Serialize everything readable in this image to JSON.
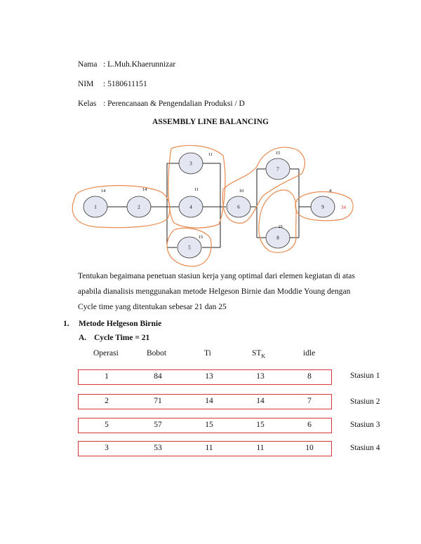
{
  "header": {
    "nama_label": "Nama",
    "nama_value": ": L.Muh.Khaerunnizar",
    "nim_label": "NIM",
    "nim_value": ": 5180611151",
    "kelas_label": "Kelas",
    "kelas_value": ": Perencanaan & Pengendalian Produksi / D"
  },
  "title": "ASSEMBLY LINE BALANCING",
  "diagram": {
    "nodes": [
      {
        "id": "1",
        "time": "14"
      },
      {
        "id": "2",
        "time": "14"
      },
      {
        "id": "3",
        "time": "11"
      },
      {
        "id": "4",
        "time": "11"
      },
      {
        "id": "5",
        "time": "15"
      },
      {
        "id": "6",
        "time": "10"
      },
      {
        "id": "7",
        "time": "15"
      },
      {
        "id": "8",
        "time": "21"
      },
      {
        "id": "9",
        "time": "8"
      }
    ],
    "annotation": "34",
    "annotation_color": "#d9343a",
    "node_fill": "#e4e7f1",
    "group_stroke": "#e8894f"
  },
  "paragraph": [
    "Tentukan begaimana penetuan stasiun kerja yang optimal dari elemen kegiatan di atas",
    "apabila dianalisis menggunakan metode Helgeson Birnie dan Moddie Young dengan",
    "Cycle time yang ditentukan sebesar 21 dan 25"
  ],
  "section1": {
    "number": "1.",
    "title": "Metode Helgeson Birnie"
  },
  "section1a": {
    "number": "A.",
    "title": "Cycle Time = 21"
  },
  "table": {
    "headers": {
      "operasi": "Operasi",
      "bobot": "Bobot",
      "ti": "Ti",
      "stk_main": "ST",
      "stk_sub": "K",
      "idle": "idle"
    },
    "rows": [
      {
        "operasi": "1",
        "bobot": "84",
        "ti": "13",
        "stk": "13",
        "idle": "8",
        "stasiun": "Stasiun 1"
      },
      {
        "operasi": "2",
        "bobot": "71",
        "ti": "14",
        "stk": "14",
        "idle": "7",
        "stasiun": "Stasiun 2"
      },
      {
        "operasi": "5",
        "bobot": "57",
        "ti": "15",
        "stk": "15",
        "idle": "6",
        "stasiun": "Stasiun 3"
      },
      {
        "operasi": "3",
        "bobot": "53",
        "ti": "11",
        "stk": "11",
        "idle": "10",
        "stasiun": "Stasiun 4"
      }
    ],
    "border_color": "#d9343a"
  }
}
